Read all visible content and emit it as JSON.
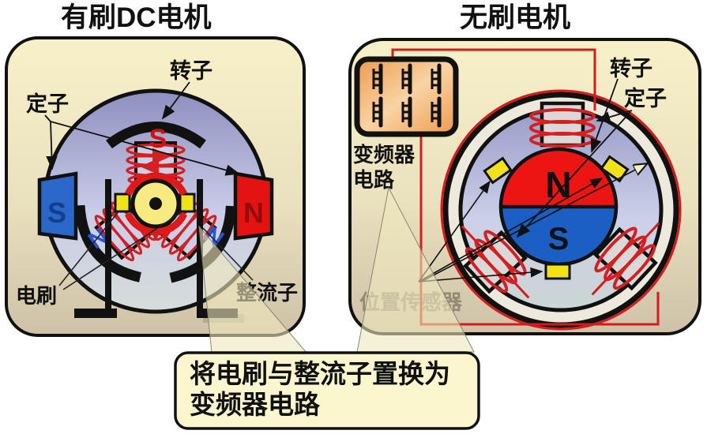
{
  "titles": {
    "left": "有刷DC电机",
    "right": "无刷电机"
  },
  "left_panel": {
    "rotor_label": "转子",
    "stator_label": "定子",
    "brush_label": "电刷",
    "commutator_label": "整流子",
    "stator_magnet_left_letter": "S",
    "stator_magnet_right_letter": "N",
    "pole_top_letter": "S",
    "pole_bottom_left_letter": "N",
    "pole_bottom_right_letter": "N"
  },
  "right_panel": {
    "rotor_label": "转子",
    "stator_label": "定子",
    "inverter_label_line1": "变频器",
    "inverter_label_line2": "电路",
    "position_sensor_label": "位置传感器",
    "rotor_top_letter": "N",
    "rotor_bottom_letter": "S"
  },
  "callout": {
    "line1": "将电刷与整流子置换为",
    "line2": "变频器电路"
  },
  "colors": {
    "background": "#ffffff",
    "panel_top": "#F6F0C6",
    "panel_bottom": "#CFC2A9",
    "magnet_red": "#E51212",
    "magnet_blue": "#2A67C8",
    "magnet_letter_navy": "#143E8C",
    "magnet_letter_maroon": "#8F0D0D",
    "rotor_red": "#ED1414",
    "rotor_blue": "#1B5FC4",
    "sensor_yellow": "#F2E21A",
    "wire_red": "#D81A1A",
    "coil_red": "#D42020",
    "commutator_yellow": "#F6EA80",
    "callout_fill": "#FBF6CE",
    "pole_s_red": "#D80E0E",
    "pole_n_blue": "#2A55D4",
    "faded_label": "#938A75"
  }
}
